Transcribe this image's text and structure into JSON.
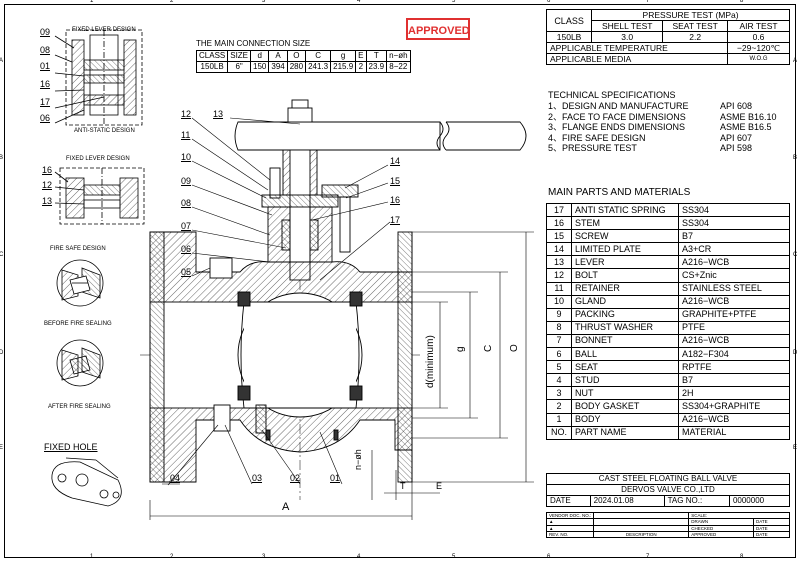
{
  "stamp": "APPROVED",
  "zones": {
    "top": [
      "1",
      "2",
      "3",
      "4",
      "5",
      "6",
      "7",
      "8"
    ],
    "side": [
      "A",
      "B",
      "C",
      "D",
      "E"
    ]
  },
  "detail_labels": {
    "fixed_lever_design": "FIXED LEVER DESIGN",
    "anti_static_design": "ANTI-STATIC DESIGN",
    "fixed_lever_design_2": "FIXED LEVER DESIGN",
    "fire_safe_design": "FIRE SAFE DESIGN",
    "before_fire_sealing": "BEFORE FIRE SEALING",
    "after_fire_sealing": "AFTER FIRE SEALING",
    "fixed_hole": "FIXED HOLE"
  },
  "detail1_callouts": [
    "09",
    "08",
    "01",
    "16",
    "17",
    "06"
  ],
  "detail2_callouts": [
    "16",
    "12",
    "13"
  ],
  "main_callouts_left": [
    "12",
    "11",
    "10",
    "09",
    "08",
    "07",
    "06",
    "05"
  ],
  "main_callouts_right_top": [
    "13",
    "14",
    "15",
    "16",
    "17"
  ],
  "main_callouts_bottom": [
    "04",
    "03",
    "02",
    "01"
  ],
  "dims": {
    "A": "A",
    "T": "T",
    "E": "E",
    "nphi": "n−øh",
    "d": "d(minimum)",
    "g": "g",
    "C": "C",
    "O": "O"
  },
  "connection": {
    "title": "THE MAIN CONNECTION SIZE",
    "headers": [
      "CLASS",
      "SIZE",
      "d",
      "A",
      "O",
      "C",
      "g",
      "E",
      "T",
      "n−øh"
    ],
    "row": [
      "150LB",
      "6\"",
      "150",
      "394",
      "280",
      "241.3",
      "215.9",
      "2",
      "23.9",
      "8−22"
    ]
  },
  "pressure": {
    "class": "CLASS",
    "title": "PRESSURE TEST (MPa)",
    "shell": "SHELL TEST",
    "seat": "SEAT TEST",
    "air": "AIR TEST",
    "row": [
      "150LB",
      "3.0",
      "2.2",
      "0.6"
    ],
    "temp_label": "APPLICABLE TEMPERATURE",
    "temp_val": "−29~120℃",
    "media_label": "APPLICABLE MEDIA",
    "media_val": "W.O.G"
  },
  "tech": {
    "title": "TECHNICAL SPECIFICATIONS",
    "items": [
      {
        "label": "1、DESIGN AND MANUFACTURE",
        "std": "API 608"
      },
      {
        "label": "2、FACE TO FACE DIMENSIONS",
        "std": "ASME B16.10"
      },
      {
        "label": "3、FLANGE ENDS DIMENSIONS",
        "std": "ASME B16.5"
      },
      {
        "label": "4、FIRE SAFE DESIGN",
        "std": "API 607"
      },
      {
        "label": "5、PRESSURE TEST",
        "std": "API 598"
      }
    ]
  },
  "parts": {
    "title": "MAIN PARTS AND MATERIALS",
    "rows": [
      [
        "17",
        "ANTI STATIC SPRING",
        "SS304"
      ],
      [
        "16",
        "STEM",
        "SS304"
      ],
      [
        "15",
        "SCREW",
        "B7"
      ],
      [
        "14",
        "LIMITED PLATE",
        "A3+CR"
      ],
      [
        "13",
        "LEVER",
        "A216−WCB"
      ],
      [
        "12",
        "BOLT",
        "CS+Znic"
      ],
      [
        "11",
        "RETAINER",
        "STAINLESS STEEL"
      ],
      [
        "10",
        "GLAND",
        "A216−WCB"
      ],
      [
        "9",
        "PACKING",
        "GRAPHITE+PTFE"
      ],
      [
        "8",
        "THRUST WASHER",
        "PTFE"
      ],
      [
        "7",
        "BONNET",
        "A216−WCB"
      ],
      [
        "6",
        "BALL",
        "A182−F304"
      ],
      [
        "5",
        "SEAT",
        "RPTFE"
      ],
      [
        "4",
        "STUD",
        "B7"
      ],
      [
        "3",
        "NUT",
        "2H"
      ],
      [
        "2",
        "BODY GASKET",
        "SS304+GRAPHITE"
      ],
      [
        "1",
        "BODY",
        "A216−WCB"
      ]
    ],
    "header": [
      "NO.",
      "PART NAME",
      "MATERIAL"
    ]
  },
  "titleblock": {
    "product": "CAST STEEL FLOATING BALL VALVE",
    "company": "DERVOS VALVE CO.,LTD",
    "date_label": "DATE",
    "date": "2024.01.08",
    "tag_label": "TAG NO.:",
    "tag": "0000000",
    "vendor": "VENDOR DOC. NO.:",
    "scale": "SCALE:",
    "drawn": "DRAWN",
    "checked": "CHECKED",
    "approved": "APPROVED",
    "datecol": "DATE",
    "rev": "REV. NO.",
    "desc": "DESCRIPTION",
    "tri": "▲"
  }
}
